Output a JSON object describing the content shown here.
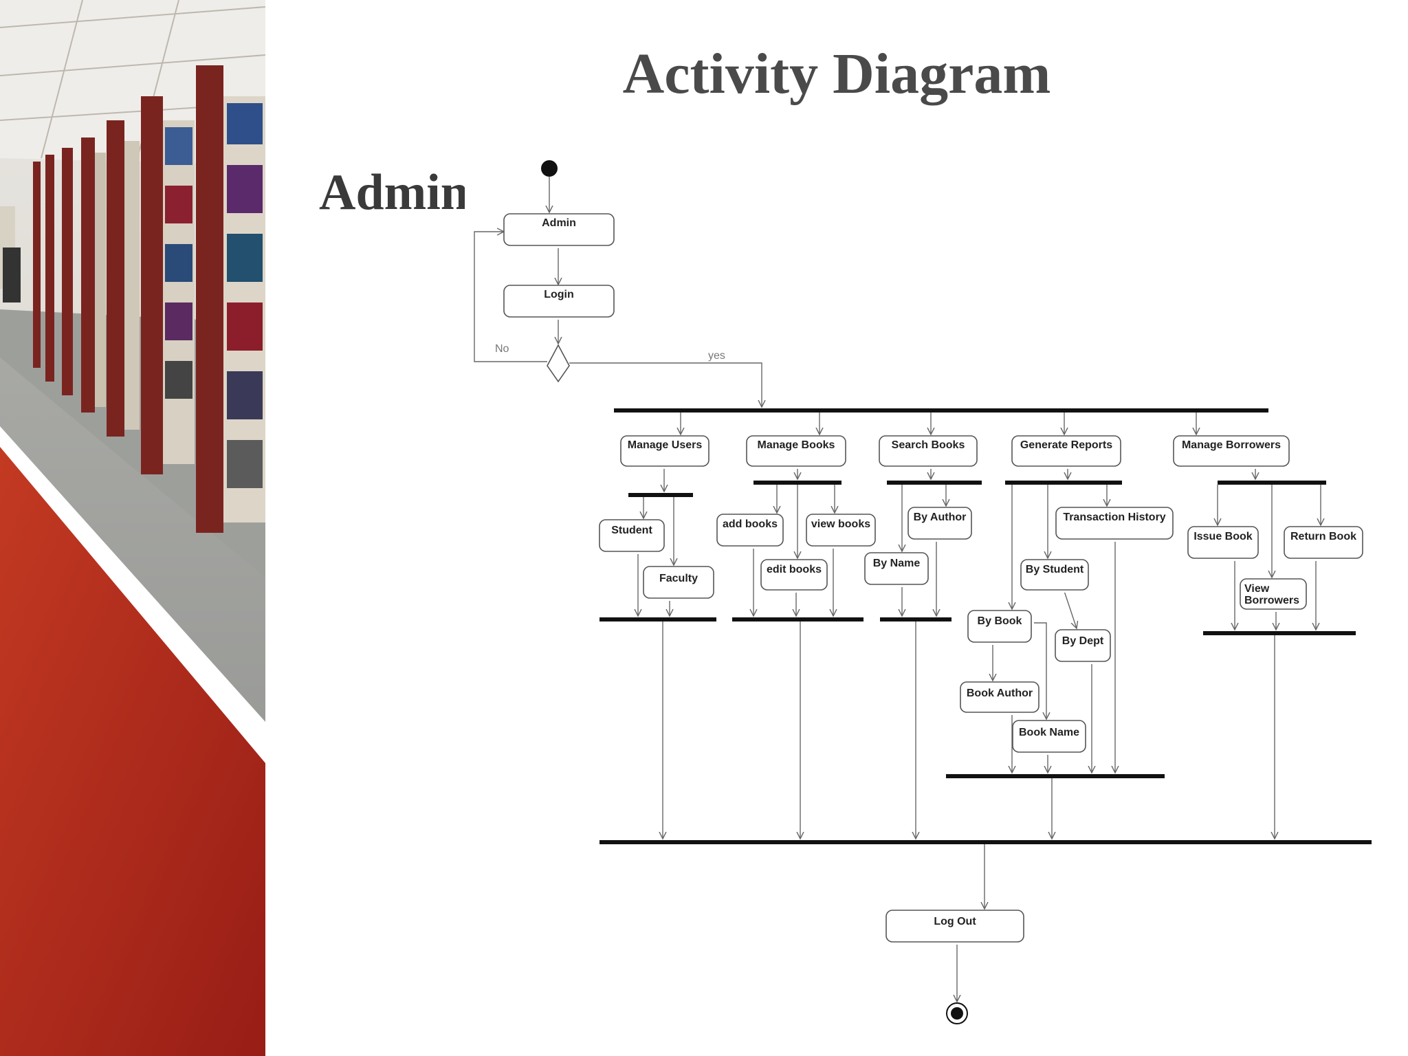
{
  "slide": {
    "title": "Activity Diagram",
    "section_label": "Admin"
  },
  "diagram": {
    "nodes": {
      "admin": "Admin",
      "login": "Login",
      "manage_users": "Manage Users",
      "manage_books": "Manage Books",
      "search_books": "Search Books",
      "generate_reports": "Generate Reports",
      "manage_borrowers": "Manage Borrowers",
      "student": "Student",
      "faculty": "Faculty",
      "add_books": "add books",
      "view_books": "view books",
      "edit_books": "edit books",
      "by_author": "By Author",
      "by_name": "By Name",
      "transaction_history": "Transaction History",
      "by_student": "By Student",
      "by_book": "By Book",
      "by_dept": "By Dept",
      "book_author": "Book Author",
      "book_name": "Book Name",
      "issue_book": "Issue Book",
      "return_book": "Return Book",
      "view_borrowers_line1": "View",
      "view_borrowers_line2": "Borrowers",
      "log_out": "Log Out"
    },
    "guards": {
      "no": "No",
      "yes": "yes"
    }
  },
  "colors": {
    "title": "#4a4a4a",
    "accent_red": "#b52a1e",
    "shelf_red": "#7a2420"
  }
}
